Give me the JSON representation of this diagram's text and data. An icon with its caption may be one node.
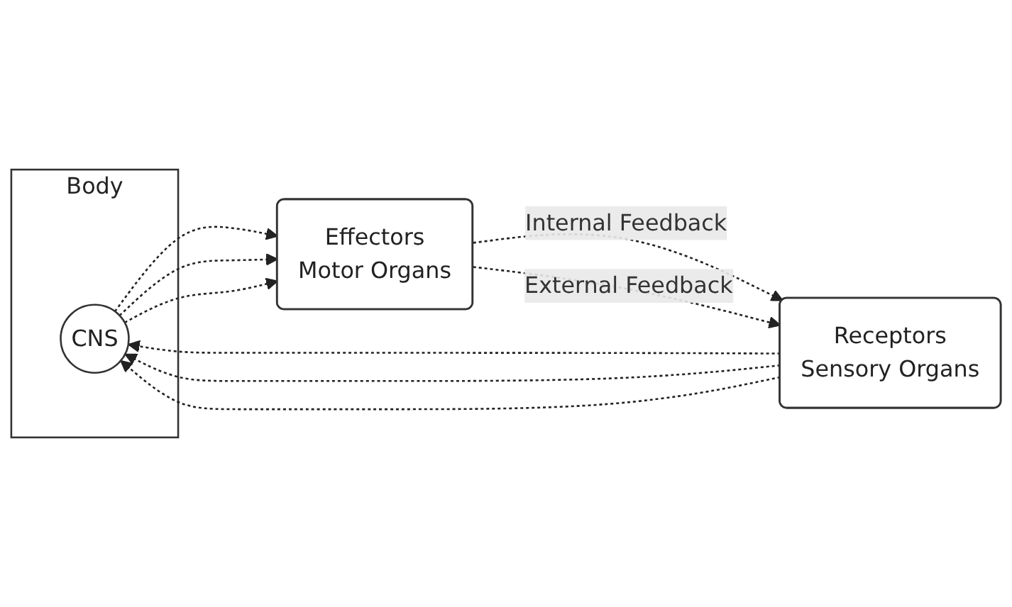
{
  "diagram": {
    "nodes": [
      {
        "text": [
          "Body"
        ]
      },
      {
        "text": [
          "CNS"
        ],
        "in": 0
      },
      {
        "text": [
          "Receptors",
          "Sensory Organs"
        ]
      },
      {
        "text": [
          "Effectors",
          "Motor Organs"
        ]
      }
    ],
    "edges": [
      {
        "from": 2,
        "to": 1,
        "arrow": "to",
        "style": "dashed"
      },
      {
        "from": 2,
        "to": 1,
        "arrow": "to",
        "style": "dashed"
      },
      {
        "from": 2,
        "to": 1,
        "arrow": "to",
        "style": "dashed"
      },
      {
        "from": 1,
        "to": 3,
        "arrow": "to",
        "style": "dashed"
      },
      {
        "from": 1,
        "to": 3,
        "arrow": "to",
        "style": "dashed"
      },
      {
        "from": 1,
        "to": 3,
        "arrow": "to",
        "style": "dashed"
      },
      {
        "from": 3,
        "to": 2,
        "arrow": "to",
        "style": "dashed",
        "label": "Internal Feedback"
      },
      {
        "from": 3,
        "to": 2,
        "arrow": "to",
        "style": "dashed",
        "label": "External Feedback"
      }
    ]
  }
}
